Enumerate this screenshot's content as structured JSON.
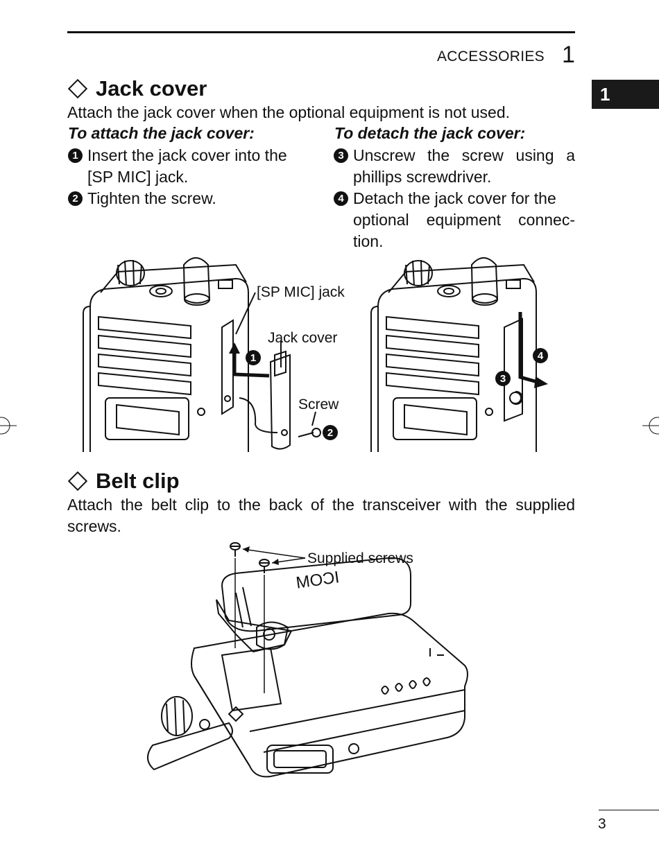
{
  "header": {
    "section_label": "ACCESSORIES",
    "section_number": "1",
    "tab_label": "1"
  },
  "jack_cover": {
    "heading": "Jack cover",
    "intro": "Attach the jack cover when the optional equipment is not used.",
    "attach": {
      "title": "To attach the jack cover:",
      "steps": [
        {
          "marker": "1",
          "line1": "Insert the jack cover into the",
          "line2": "[SP MIC] jack."
        },
        {
          "marker": "2",
          "line1": "Tighten the screw."
        }
      ]
    },
    "detach": {
      "title": "To detach the jack cover:",
      "steps": [
        {
          "marker": "3",
          "line1": "Unscrew the screw using a",
          "line2": "phillips screwdriver."
        },
        {
          "marker": "4",
          "line1": "Detach the jack cover for the",
          "line2": "optional equipment connec-",
          "line3": "tion."
        }
      ]
    },
    "figure": {
      "label_jack": "[SP MIC] jack",
      "label_cover": "Jack cover",
      "label_screw": "Screw",
      "markers": [
        "1",
        "2",
        "3",
        "4"
      ]
    }
  },
  "belt_clip": {
    "heading": "Belt clip",
    "intro_line1": "Attach the belt clip to the back of the transceiver with the supplied",
    "intro_line2": "screws.",
    "figure": {
      "label_screws": "Supplied screws",
      "clip_brand": "ICOM"
    }
  },
  "footer": {
    "page_number": "3"
  }
}
